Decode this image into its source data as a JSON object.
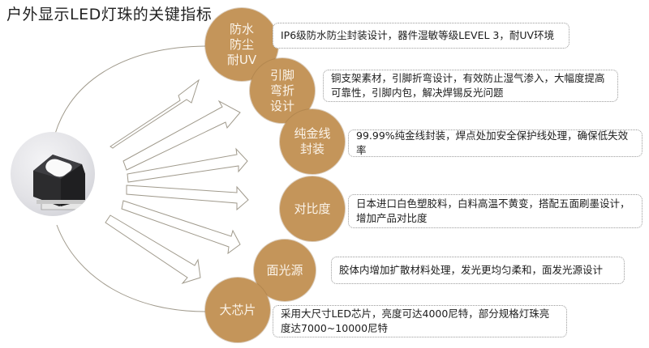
{
  "title": "户外显示LED灯珠的关键指标",
  "colors": {
    "node_fill": "#c4955a",
    "node_text": "#fbf4ea",
    "outline": "#a09a8c",
    "box_border": "#9a9a9a"
  },
  "product": {
    "icon": "led-bead-image"
  },
  "indicators": [
    {
      "label": "防水\n防尘\n耐UV",
      "description": "IP6级防水防尘封装设计，器件湿敏等级LEVEL 3，耐UV环境"
    },
    {
      "label": "引脚\n弯折\n设计",
      "description": "铜支架素材，引脚折弯设计，有效防止湿气渗入，大幅度提高可靠性，引脚内包，解决焊锡反光问题"
    },
    {
      "label": "纯金线\n封装",
      "description": "99.99%纯金线封装，焊点处加安全保护线处理，确保低失效率"
    },
    {
      "label": "对比度",
      "description": "日本进口白色塑胶料，白料高温不黄变，搭配五面刷墨设计，增加产品对比度"
    },
    {
      "label": "面光源",
      "description": "胶体内增加扩散材料处理，发光更均匀柔和，面发光源设计"
    },
    {
      "label": "大芯片",
      "description": "采用大尺寸LED芯片，亮度可达4000尼特，部分规格灯珠亮度达7000~10000尼特"
    }
  ]
}
